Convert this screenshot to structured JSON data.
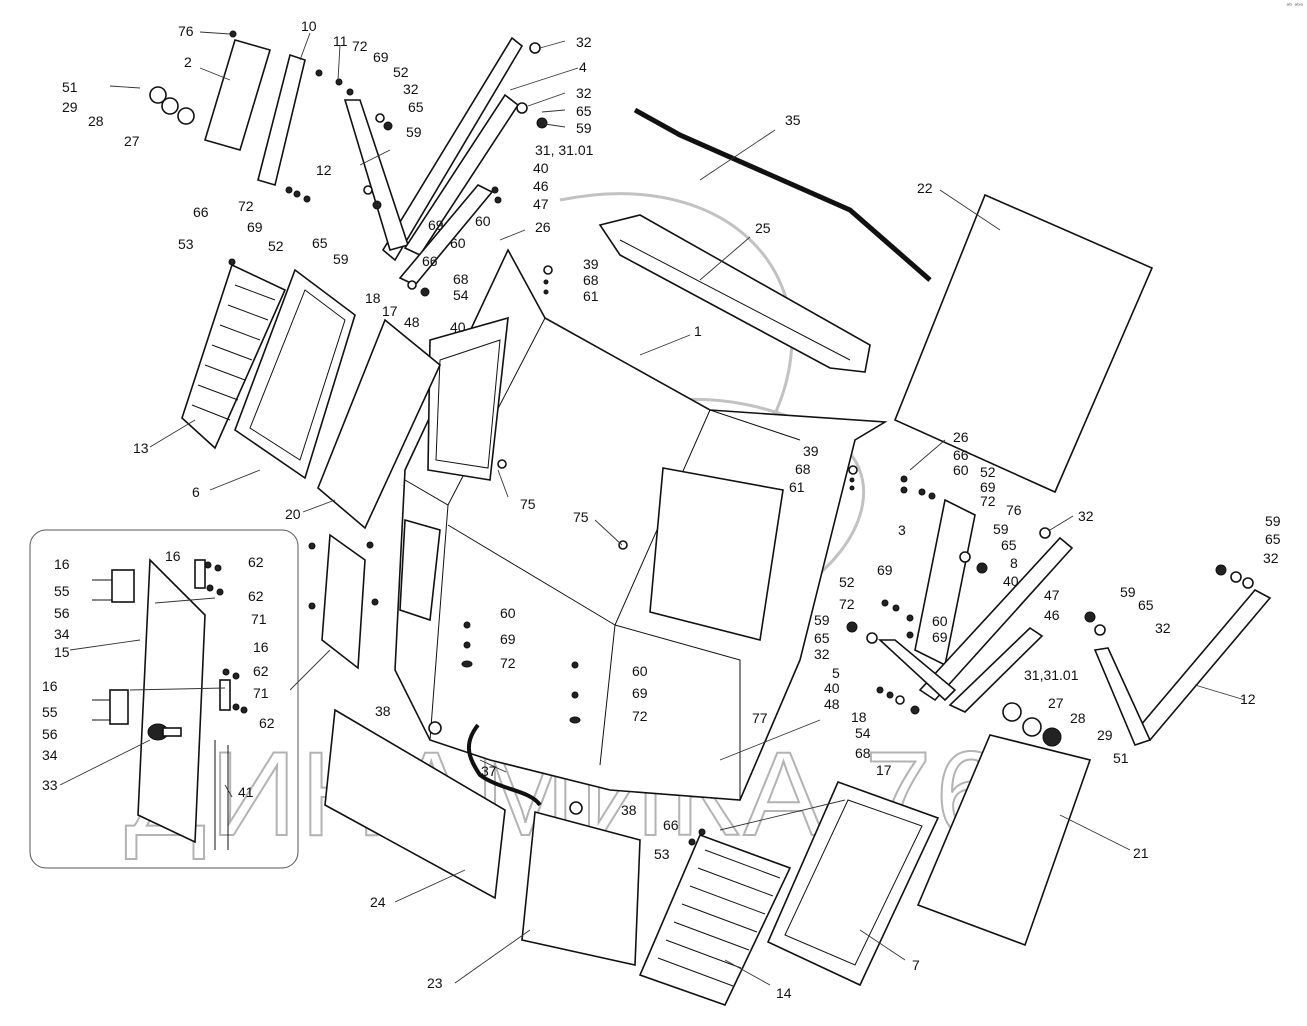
{
  "corner_mark": "ᵃᵇ ᵃᵇᵃ",
  "watermark": {
    "text": "ДИНАМИКА 76",
    "color": "#b3b3b3"
  },
  "labels": [
    {
      "id": "l76a",
      "text": "76"
    },
    {
      "id": "l10a",
      "text": "10"
    },
    {
      "id": "l11",
      "text": "11"
    },
    {
      "id": "l72a",
      "text": "72"
    },
    {
      "id": "l69a",
      "text": "69"
    },
    {
      "id": "l52a",
      "text": "52"
    },
    {
      "id": "l32a",
      "text": "32"
    },
    {
      "id": "l65a",
      "text": "65"
    },
    {
      "id": "l59a",
      "text": "59"
    },
    {
      "id": "l2",
      "text": "2"
    },
    {
      "id": "l51a",
      "text": "51"
    },
    {
      "id": "l29a",
      "text": "29"
    },
    {
      "id": "l28a",
      "text": "28"
    },
    {
      "id": "l27a",
      "text": "27"
    },
    {
      "id": "l12a",
      "text": "12"
    },
    {
      "id": "l32b",
      "text": "32"
    },
    {
      "id": "l4",
      "text": "4"
    },
    {
      "id": "l32c",
      "text": "32"
    },
    {
      "id": "l65b",
      "text": "65"
    },
    {
      "id": "l59b",
      "text": "59"
    },
    {
      "id": "l3101a",
      "text": "31, 31.01"
    },
    {
      "id": "l40a",
      "text": "40"
    },
    {
      "id": "l46a",
      "text": "46"
    },
    {
      "id": "l47a",
      "text": "47"
    },
    {
      "id": "l35",
      "text": "35"
    },
    {
      "id": "l22",
      "text": "22"
    },
    {
      "id": "l72b",
      "text": "72"
    },
    {
      "id": "l69b",
      "text": "69"
    },
    {
      "id": "l52b",
      "text": "52"
    },
    {
      "id": "l65c",
      "text": "65"
    },
    {
      "id": "l59c",
      "text": "59"
    },
    {
      "id": "l66a",
      "text": "66"
    },
    {
      "id": "l53a",
      "text": "53"
    },
    {
      "id": "l69c",
      "text": "69"
    },
    {
      "id": "l60a",
      "text": "60"
    },
    {
      "id": "l66b",
      "text": "66"
    },
    {
      "id": "l60b",
      "text": "60"
    },
    {
      "id": "l26a",
      "text": "26"
    },
    {
      "id": "l25",
      "text": "25"
    },
    {
      "id": "l39a",
      "text": "39"
    },
    {
      "id": "l68a",
      "text": "68"
    },
    {
      "id": "l61a",
      "text": "61"
    },
    {
      "id": "l68b",
      "text": "68"
    },
    {
      "id": "l54a",
      "text": "54"
    },
    {
      "id": "l18a",
      "text": "18"
    },
    {
      "id": "l17a",
      "text": "17"
    },
    {
      "id": "l48a",
      "text": "48"
    },
    {
      "id": "l40b",
      "text": "40"
    },
    {
      "id": "l1",
      "text": "1"
    },
    {
      "id": "l13",
      "text": "13"
    },
    {
      "id": "l6",
      "text": "6"
    },
    {
      "id": "l20",
      "text": "20"
    },
    {
      "id": "l75a",
      "text": "75"
    },
    {
      "id": "l75b",
      "text": "75"
    },
    {
      "id": "l26b",
      "text": "26"
    },
    {
      "id": "l66c",
      "text": "66"
    },
    {
      "id": "l60c",
      "text": "60"
    },
    {
      "id": "l52c",
      "text": "52"
    },
    {
      "id": "l69d",
      "text": "69"
    },
    {
      "id": "l72c",
      "text": "72"
    },
    {
      "id": "l39b",
      "text": "39"
    },
    {
      "id": "l68c",
      "text": "68"
    },
    {
      "id": "l61b",
      "text": "61"
    },
    {
      "id": "l76b",
      "text": "76"
    },
    {
      "id": "l3",
      "text": "3"
    },
    {
      "id": "l32d",
      "text": "32"
    },
    {
      "id": "l59d",
      "text": "59"
    },
    {
      "id": "l65d",
      "text": "65"
    },
    {
      "id": "l8",
      "text": "8"
    },
    {
      "id": "l40c",
      "text": "40"
    },
    {
      "id": "l47b",
      "text": "47"
    },
    {
      "id": "l46b",
      "text": "46"
    },
    {
      "id": "l59e",
      "text": "59"
    },
    {
      "id": "l65e",
      "text": "65"
    },
    {
      "id": "l32e",
      "text": "32"
    },
    {
      "id": "l59f",
      "text": "59"
    },
    {
      "id": "l65f",
      "text": "65"
    },
    {
      "id": "l32f",
      "text": "32"
    },
    {
      "id": "l69e",
      "text": "69"
    },
    {
      "id": "l52d",
      "text": "52"
    },
    {
      "id": "l72d",
      "text": "72"
    },
    {
      "id": "l60d",
      "text": "60"
    },
    {
      "id": "l69f",
      "text": "69"
    },
    {
      "id": "l59g",
      "text": "59"
    },
    {
      "id": "l65g",
      "text": "65"
    },
    {
      "id": "l32g",
      "text": "32"
    },
    {
      "id": "l5",
      "text": "5"
    },
    {
      "id": "l3101b",
      "text": "31,31.01"
    },
    {
      "id": "l40d",
      "text": "40"
    },
    {
      "id": "l48b",
      "text": "48"
    },
    {
      "id": "l18b",
      "text": "18"
    },
    {
      "id": "l54b",
      "text": "54"
    },
    {
      "id": "l68d",
      "text": "68"
    },
    {
      "id": "l17b",
      "text": "17"
    },
    {
      "id": "l27b",
      "text": "27"
    },
    {
      "id": "l28b",
      "text": "28"
    },
    {
      "id": "l29b",
      "text": "29"
    },
    {
      "id": "l51b",
      "text": "51"
    },
    {
      "id": "l12b",
      "text": "12"
    },
    {
      "id": "l16a",
      "text": "16"
    },
    {
      "id": "l16b",
      "text": "16"
    },
    {
      "id": "l62a",
      "text": "62"
    },
    {
      "id": "l55a",
      "text": "55"
    },
    {
      "id": "l62b",
      "text": "62"
    },
    {
      "id": "l56a",
      "text": "56"
    },
    {
      "id": "l71a",
      "text": "71"
    },
    {
      "id": "l34a",
      "text": "34"
    },
    {
      "id": "l15",
      "text": "15"
    },
    {
      "id": "l16c",
      "text": "16"
    },
    {
      "id": "l62c",
      "text": "62"
    },
    {
      "id": "l16d",
      "text": "16"
    },
    {
      "id": "l71b",
      "text": "71"
    },
    {
      "id": "l55b",
      "text": "55"
    },
    {
      "id": "l62d",
      "text": "62"
    },
    {
      "id": "l56b",
      "text": "56"
    },
    {
      "id": "l34b",
      "text": "34"
    },
    {
      "id": "l33",
      "text": "33"
    },
    {
      "id": "l41",
      "text": "41"
    },
    {
      "id": "l60e",
      "text": "60"
    },
    {
      "id": "l69g",
      "text": "69"
    },
    {
      "id": "l72e",
      "text": "72"
    },
    {
      "id": "l60f",
      "text": "60"
    },
    {
      "id": "l69h",
      "text": "69"
    },
    {
      "id": "l72f",
      "text": "72"
    },
    {
      "id": "l38a",
      "text": "38"
    },
    {
      "id": "l37",
      "text": "37"
    },
    {
      "id": "l38b",
      "text": "38"
    },
    {
      "id": "l77",
      "text": "77"
    },
    {
      "id": "l24",
      "text": "24"
    },
    {
      "id": "l23",
      "text": "23"
    },
    {
      "id": "l66d",
      "text": "66"
    },
    {
      "id": "l53b",
      "text": "53"
    },
    {
      "id": "l14",
      "text": "14"
    },
    {
      "id": "l7",
      "text": "7"
    },
    {
      "id": "l21",
      "text": "21"
    }
  ]
}
